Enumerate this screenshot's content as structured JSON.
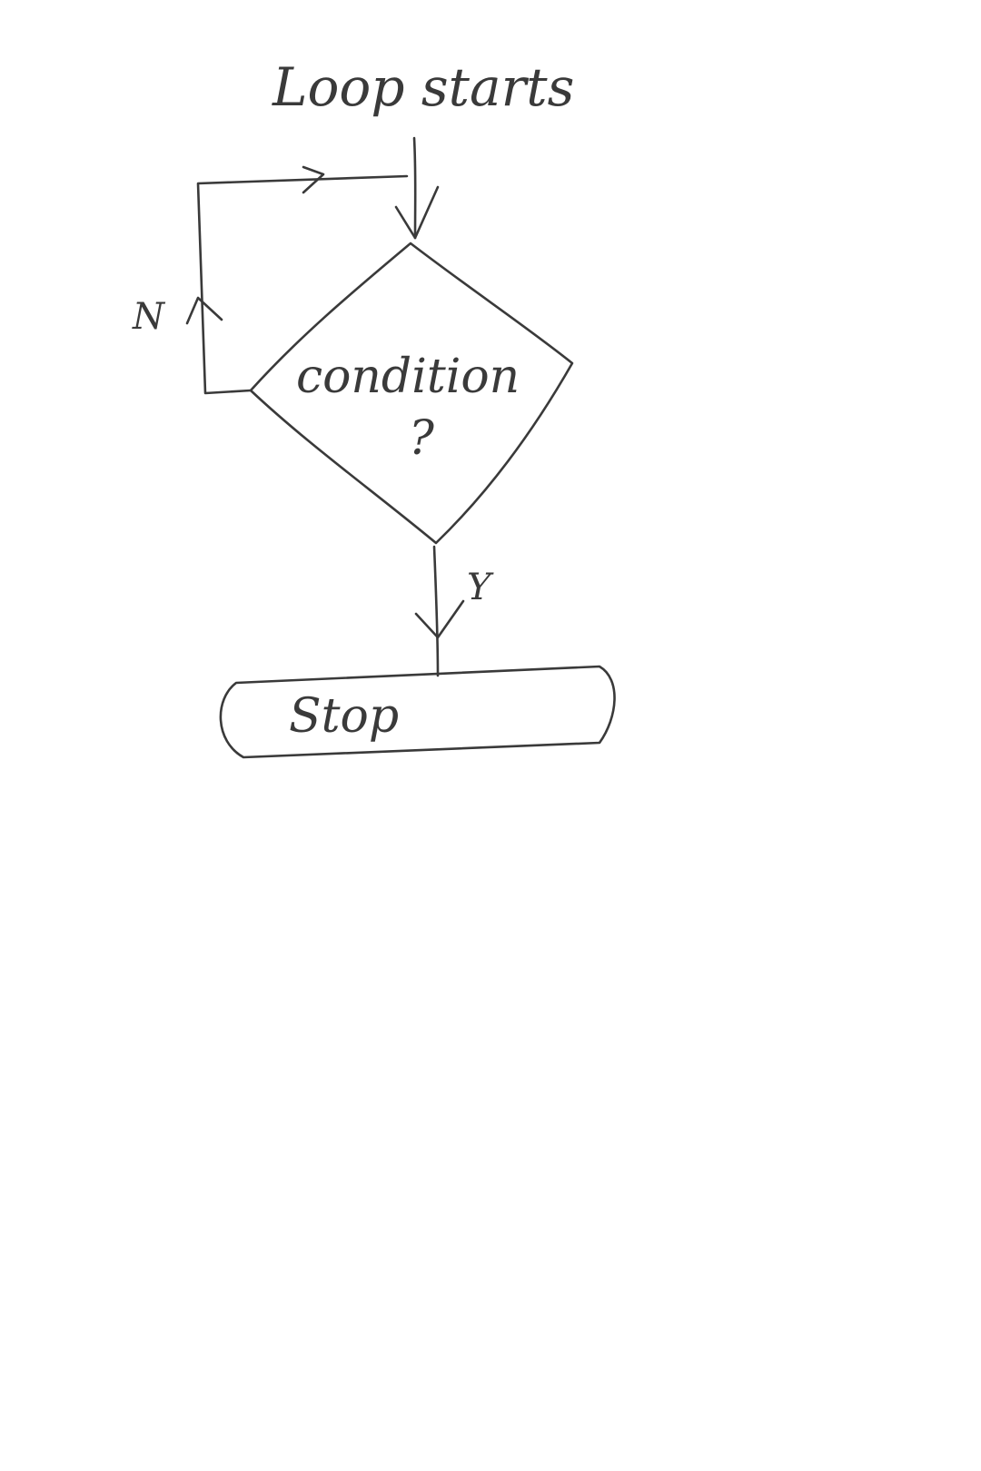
{
  "nodes": {
    "start_label": "Loop starts",
    "decision_line1": "condition",
    "decision_line2": "?",
    "end_label": "Stop"
  },
  "edges": {
    "no_label": "N",
    "yes_label": "Y"
  }
}
